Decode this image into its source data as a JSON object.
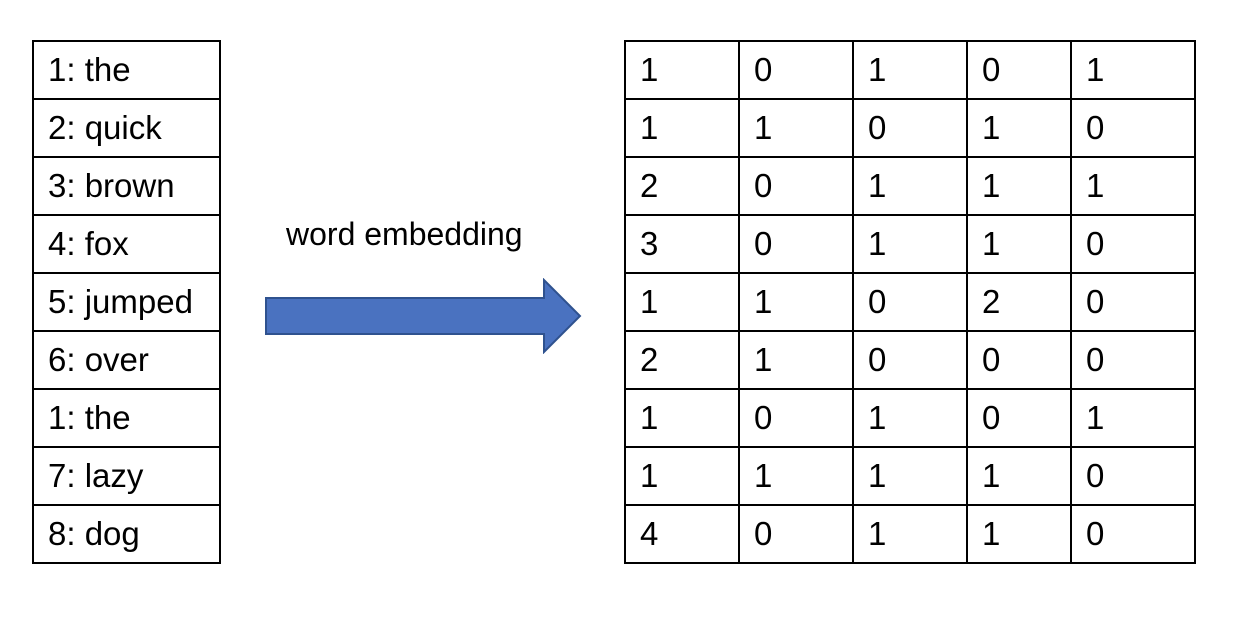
{
  "vocabulary": [
    "1: the",
    "2: quick",
    "3: brown",
    "4: fox",
    "5: jumped",
    "6: over",
    "1: the",
    "7: lazy",
    "8: dog"
  ],
  "arrow": {
    "label": "word embedding",
    "fill_color": "#4a72c0",
    "stroke_color": "#2f528f"
  },
  "embedding_matrix": [
    [
      "1",
      "0",
      "1",
      "0",
      "1"
    ],
    [
      "1",
      "1",
      "0",
      "1",
      "0"
    ],
    [
      "2",
      "0",
      "1",
      "1",
      "1"
    ],
    [
      "3",
      "0",
      "1",
      "1",
      "0"
    ],
    [
      "1",
      "1",
      "0",
      "2",
      "0"
    ],
    [
      "2",
      "1",
      "0",
      "0",
      "0"
    ],
    [
      "1",
      "0",
      "1",
      "0",
      "1"
    ],
    [
      "1",
      "1",
      "1",
      "1",
      "0"
    ],
    [
      "4",
      "0",
      "1",
      "1",
      "0"
    ]
  ]
}
